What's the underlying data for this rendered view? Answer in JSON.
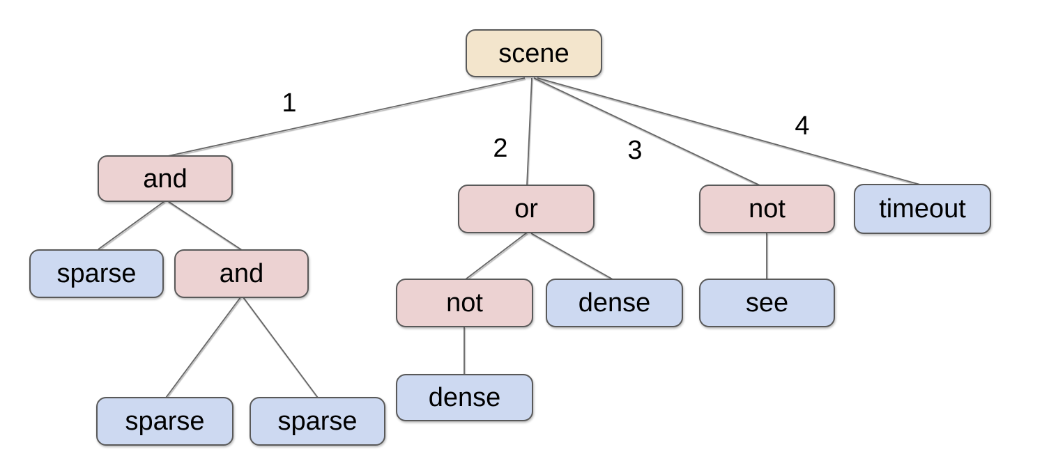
{
  "diagram_type": "tree",
  "colors": {
    "root_fill": "#f3e5cc",
    "operator_fill": "#ecd2d2",
    "leaf_fill": "#cdd9f1",
    "border_color": "#595959",
    "edge_color": "#666666",
    "text_color": "#000000",
    "bg_color": "#ffffff"
  },
  "nodes": [
    {
      "id": "scene",
      "label": "scene",
      "kind": "root"
    },
    {
      "id": "and-1",
      "label": "and",
      "kind": "operator"
    },
    {
      "id": "or-1",
      "label": "or",
      "kind": "operator"
    },
    {
      "id": "not-1",
      "label": "not",
      "kind": "operator"
    },
    {
      "id": "timeout",
      "label": "timeout",
      "kind": "leaf"
    },
    {
      "id": "sparse-1",
      "label": "sparse",
      "kind": "leaf"
    },
    {
      "id": "and-2",
      "label": "and",
      "kind": "operator"
    },
    {
      "id": "not-2",
      "label": "not",
      "kind": "operator"
    },
    {
      "id": "dense-1",
      "label": "dense",
      "kind": "leaf"
    },
    {
      "id": "see",
      "label": "see",
      "kind": "leaf"
    },
    {
      "id": "sparse-2",
      "label": "sparse",
      "kind": "leaf"
    },
    {
      "id": "sparse-3",
      "label": "sparse",
      "kind": "leaf"
    },
    {
      "id": "dense-2",
      "label": "dense",
      "kind": "leaf"
    }
  ],
  "edge_labels": [
    {
      "text": "1"
    },
    {
      "text": "2"
    },
    {
      "text": "3"
    },
    {
      "text": "4"
    }
  ],
  "edges": [
    {
      "from": "scene",
      "to": "and-1",
      "label": "1"
    },
    {
      "from": "scene",
      "to": "or-1",
      "label": "2"
    },
    {
      "from": "scene",
      "to": "not-1",
      "label": "3"
    },
    {
      "from": "scene",
      "to": "timeout",
      "label": "4"
    },
    {
      "from": "and-1",
      "to": "sparse-1",
      "label": ""
    },
    {
      "from": "and-1",
      "to": "and-2",
      "label": ""
    },
    {
      "from": "or-1",
      "to": "not-2",
      "label": ""
    },
    {
      "from": "or-1",
      "to": "dense-1",
      "label": ""
    },
    {
      "from": "not-1",
      "to": "see",
      "label": ""
    },
    {
      "from": "and-2",
      "to": "sparse-2",
      "label": ""
    },
    {
      "from": "and-2",
      "to": "sparse-3",
      "label": ""
    },
    {
      "from": "not-2",
      "to": "dense-2",
      "label": ""
    }
  ]
}
